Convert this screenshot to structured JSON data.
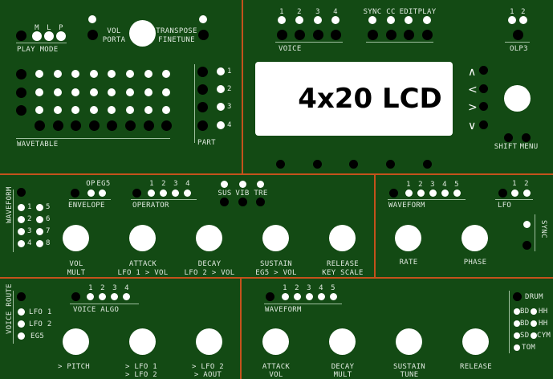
{
  "colors": {
    "panel": "#134a14",
    "divider": "#c4521c",
    "led": "#ffffff",
    "button": "#000000",
    "lcd": "#ffffff"
  },
  "play_mode": {
    "title": "PLAY MODE",
    "leds": [
      "M",
      "L",
      "P"
    ]
  },
  "master": {
    "left_label": [
      "VOL",
      "PORTA"
    ],
    "right_label": [
      "TRANSPOSE",
      "FINETUNE"
    ]
  },
  "wavetable": {
    "title": "WAVETABLE",
    "rows": 3,
    "cols": 8
  },
  "part": {
    "title": "PART",
    "items": [
      "1",
      "2",
      "3",
      "4"
    ]
  },
  "voice": {
    "title": "VOICE",
    "items": [
      "1",
      "2",
      "3",
      "4"
    ]
  },
  "mode": {
    "items": [
      "SYNC",
      "CC",
      "EDIT",
      "PLAY"
    ]
  },
  "olp3": {
    "title": "OLP3",
    "items": [
      "1",
      "2"
    ]
  },
  "lcd": {
    "text": "4x20 LCD"
  },
  "nav": {
    "arrows": [
      "^",
      "<",
      ">",
      "v"
    ],
    "shift": "SHIFT",
    "menu": "MENU"
  },
  "operator_section": {
    "waveform": {
      "title": "WAVEFORM",
      "items": [
        "1",
        "2",
        "3",
        "4",
        "5",
        "6",
        "7",
        "8"
      ]
    },
    "envelope": {
      "title": "ENVELOPE",
      "items": [
        "OP",
        "EG5"
      ]
    },
    "operator": {
      "title": "OPERATOR",
      "items": [
        "1",
        "2",
        "3",
        "4"
      ]
    },
    "mods": [
      "SUS",
      "VIB",
      "TRE"
    ],
    "knobs": [
      {
        "line1": "VOL",
        "line2": "MULT"
      },
      {
        "line1": "ATTACK",
        "line2": "LFO 1 > VOL"
      },
      {
        "line1": "DECAY",
        "line2": "LFO 2 > VOL"
      },
      {
        "line1": "SUSTAIN",
        "line2": "EG5 > VOL"
      },
      {
        "line1": "RELEASE",
        "line2": "KEY SCALE"
      }
    ]
  },
  "lfo_section": {
    "waveform": {
      "title": "WAVEFORM",
      "items": [
        "1",
        "2",
        "3",
        "4",
        "5"
      ]
    },
    "lfo": {
      "title": "LFO",
      "items": [
        "1",
        "2"
      ]
    },
    "sync": "SYNC",
    "knobs": [
      {
        "line1": "RATE"
      },
      {
        "line1": "PHASE"
      }
    ]
  },
  "voice_route": {
    "title": "VOICE ROUTE",
    "items": [
      "LFO 1",
      "LFO 2",
      "EG5"
    ],
    "algo": {
      "title": "VOICE ALGO",
      "items": [
        "1",
        "2",
        "3",
        "4"
      ]
    },
    "knobs": [
      {
        "line1": "> PITCH",
        "line2": ""
      },
      {
        "line1": "> LFO 1",
        "line2": "> LFO 2"
      },
      {
        "line1": "> LFO 2",
        "line2": "> AOUT"
      }
    ]
  },
  "eg5_section": {
    "waveform": {
      "title": "WAVEFORM",
      "items": [
        "1",
        "2",
        "3",
        "4",
        "5"
      ]
    },
    "knobs": [
      {
        "line1": "ATTACK",
        "line2": "VOL"
      },
      {
        "line1": "DECAY",
        "line2": "MULT"
      },
      {
        "line1": "SUSTAIN",
        "line2": "TUNE"
      },
      {
        "line1": "RELEASE",
        "line2": ""
      }
    ],
    "drum": {
      "title": "DRUM",
      "rows": [
        [
          "BD",
          "HH"
        ],
        [
          "BD",
          "HH"
        ],
        [
          "SD",
          "CYM"
        ],
        [
          "TOM"
        ]
      ]
    }
  }
}
